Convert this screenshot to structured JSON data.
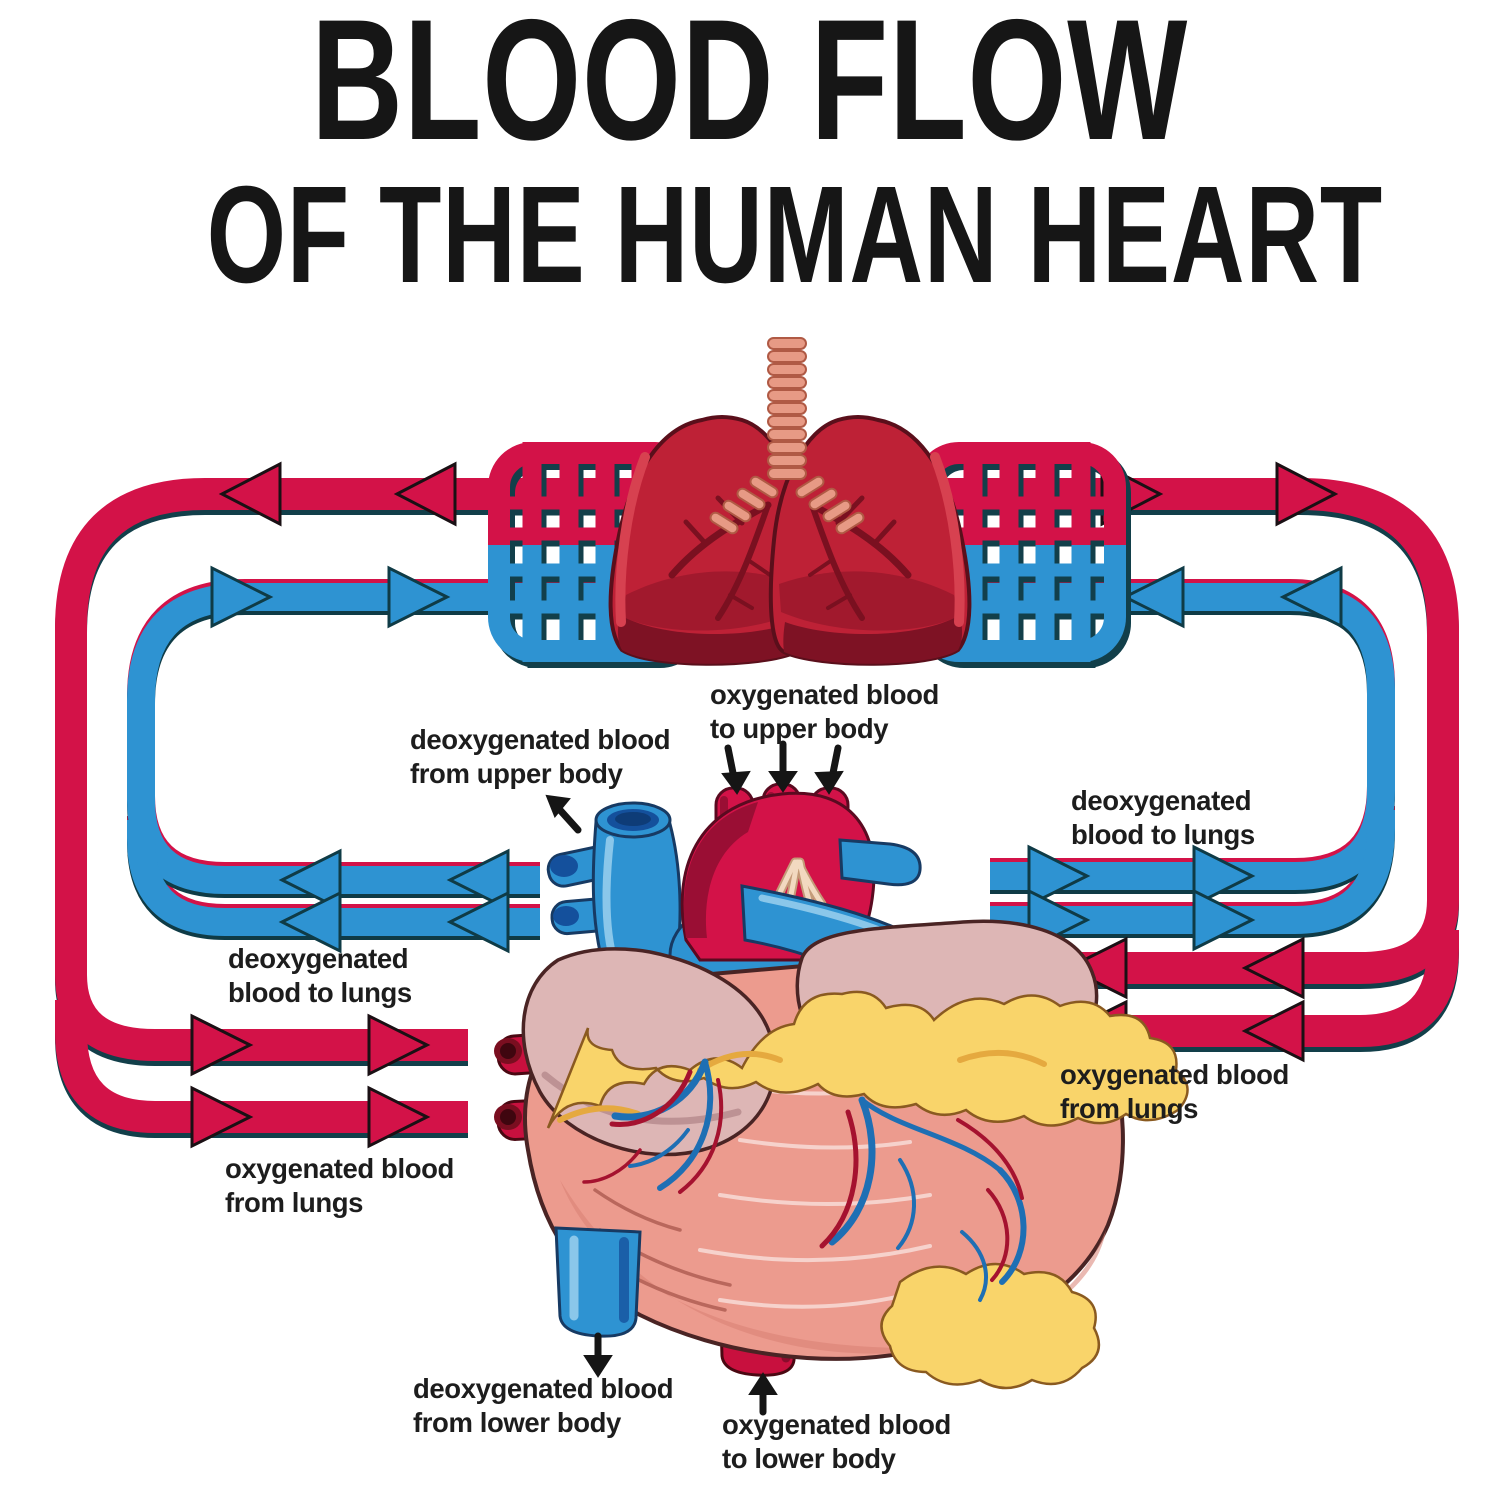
{
  "title": {
    "line1": "BLOOD FLOW",
    "line2": "OF THE HUMAN HEART"
  },
  "labels": {
    "oxygenated_to_upper_body": "oxygenated blood\nto upper body",
    "deoxygenated_from_upper_body": "deoxygenated blood\nfrom upper body",
    "deoxygenated_to_lungs_right": "deoxygenated\nblood to lungs",
    "deoxygenated_to_lungs_left": "deoxygenated\nblood to lungs",
    "oxygenated_from_lungs_right": "oxygenated blood\nfrom lungs",
    "oxygenated_from_lungs_left": "oxygenated blood\nfrom lungs",
    "deoxygenated_from_lower_body": "deoxygenated blood\nfrom lower body",
    "oxygenated_to_lower_body": "oxygenated blood\nto lower body"
  },
  "colors": {
    "artery_red": "#d31248",
    "vein_blue": "#2e93d2",
    "pipe_shadow_teal": "#123f4a",
    "lung_red": "#be2136",
    "lung_dark": "#7e1224",
    "heart_body_pink": "#ec9b8e",
    "atrium_pink": "#ddb6b5",
    "fat_yellow": "#f9d46a",
    "trachea_salmon": "#e79a85",
    "text_black": "#1d1d1d"
  }
}
